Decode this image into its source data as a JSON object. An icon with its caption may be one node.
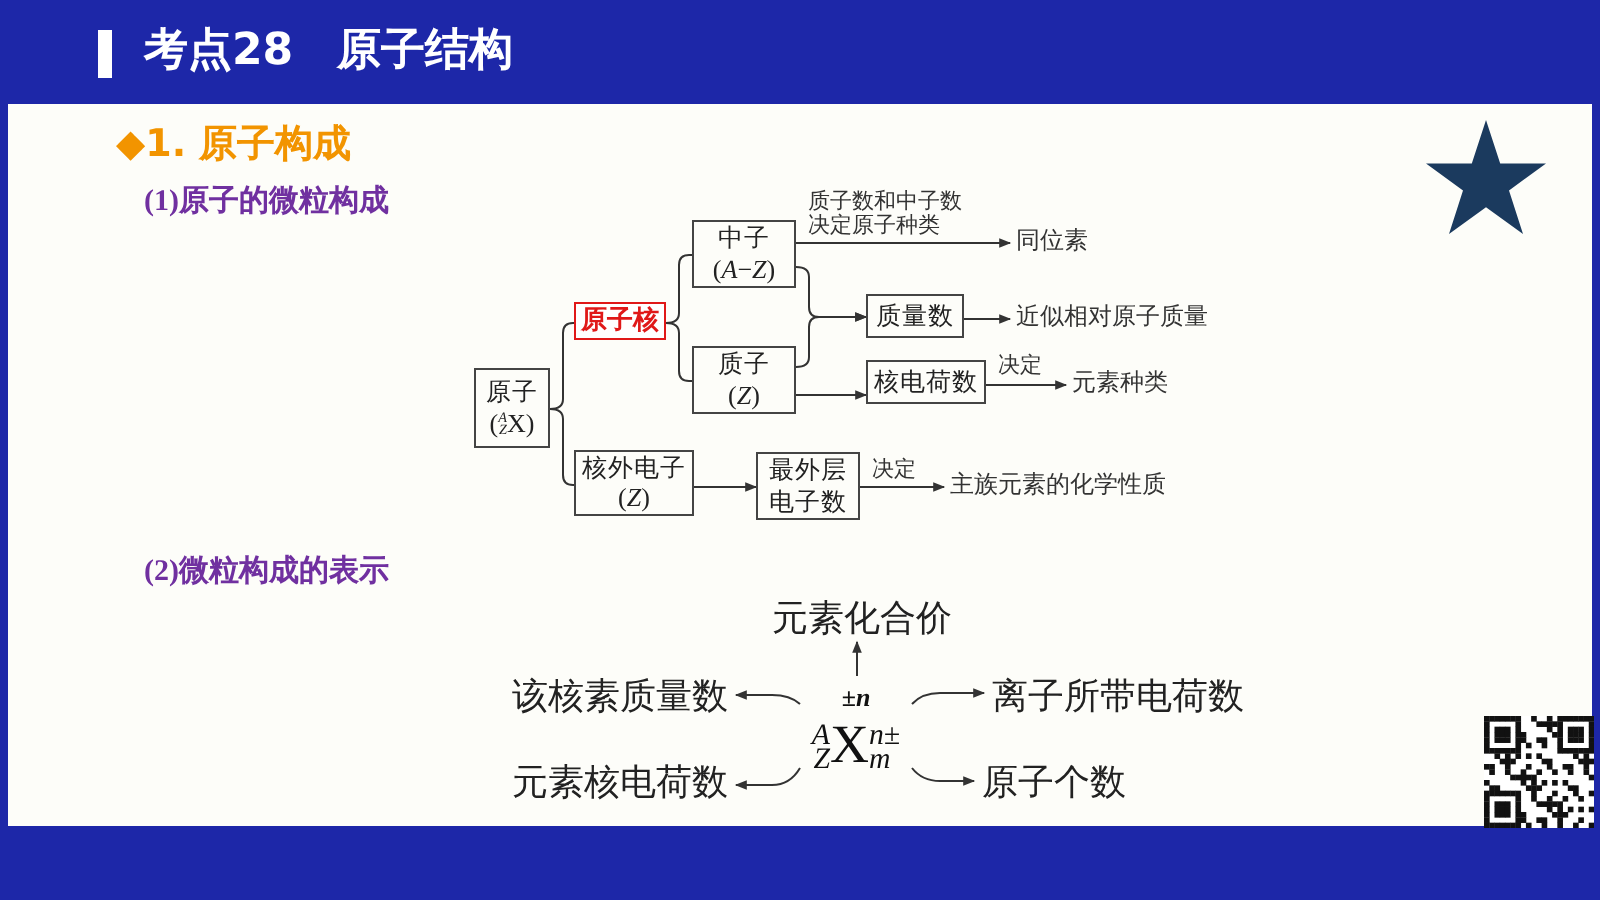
{
  "diagram": {
    "title": "考点28　原子结构",
    "nodes": [
      {
        "text": [
          "原子",
          "($^{A}$$_{Z}$X)"
        ]
      },
      {
        "text": [
          "原子核"
        ]
      },
      {
        "text": [
          "中子",
          "(*A*−*Z*)"
        ]
      },
      {
        "text": [
          "质子",
          "(*Z*)"
        ]
      },
      {
        "text": [
          "核外电子",
          "(*Z*)"
        ]
      },
      {
        "text": [
          "质量数"
        ]
      },
      {
        "text": [
          "核电荷数"
        ]
      },
      {
        "text": [
          "最外层电子数"
        ]
      },
      {
        "text": [
          "同位素"
        ]
      },
      {
        "text": [
          "近似相对原子质量"
        ]
      },
      {
        "text": [
          "元素种类"
        ]
      },
      {
        "text": [
          "主族元素的化学性质"
        ]
      },
      {
        "text": [
          "±n",
          "$^{A}$$_{Z}$X$^{n±}$$_{m}$"
        ]
      },
      {
        "text": [
          "元素化合价"
        ]
      },
      {
        "text": [
          "该核素质量数"
        ]
      },
      {
        "text": [
          "离子所带电荷数"
        ]
      },
      {
        "text": [
          "元素核电荷数"
        ]
      },
      {
        "text": [
          "原子个数"
        ]
      }
    ],
    "edges": [
      {
        "from": 0,
        "to": 1,
        "arrow": "none"
      },
      {
        "from": 0,
        "to": 4,
        "arrow": "none"
      },
      {
        "from": 1,
        "to": 2,
        "arrow": "none"
      },
      {
        "from": 1,
        "to": 3,
        "arrow": "none"
      },
      {
        "from": 2,
        "to": 5,
        "arrow": "to"
      },
      {
        "from": 3,
        "to": 5,
        "arrow": "to"
      },
      {
        "from": 3,
        "to": 6,
        "arrow": "to"
      },
      {
        "from": 2,
        "to": 8,
        "arrow": "to",
        "label": "质子数和中子数决定原子种类"
      },
      {
        "from": 6,
        "to": 10,
        "arrow": "to",
        "label": "决定"
      },
      {
        "from": 4,
        "to": 7,
        "arrow": "to"
      },
      {
        "from": 7,
        "to": 11,
        "arrow": "to",
        "label": "决定"
      },
      {
        "from": 5,
        "to": 9,
        "arrow": "to"
      },
      {
        "from": 12,
        "to": 13,
        "arrow": "to"
      },
      {
        "from": 12,
        "to": 14,
        "arrow": "to"
      },
      {
        "from": 12,
        "to": 15,
        "arrow": "to"
      },
      {
        "from": 12,
        "to": 16,
        "arrow": "to"
      },
      {
        "from": 12,
        "to": 17,
        "arrow": "to"
      }
    ],
    "labels": [
      "◆1. 原子构成",
      "(1)原子的微粒构成",
      "(2)微粒构成的表示"
    ]
  }
}
